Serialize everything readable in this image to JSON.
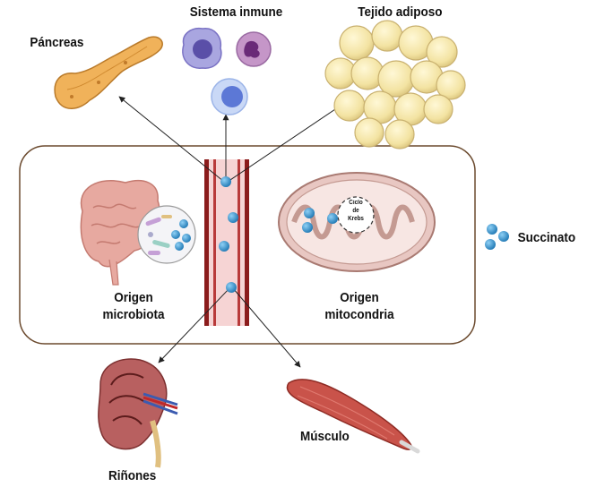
{
  "labels": {
    "pancreas": "Páncreas",
    "immune": "Sistema inmune",
    "adipose": "Tejido adiposo",
    "succinate": "Succinato",
    "microbiota_line1": "Origen",
    "microbiota_line2": "microbiota",
    "mito_line1": "Origen",
    "mito_line2": "mitocondria",
    "kidneys": "Riñones",
    "muscle": "Músculo",
    "krebs_line1": "Ciclo",
    "krebs_line2": "de",
    "krebs_line3": "Krebs"
  },
  "colors": {
    "succinate": "#2e8fc9",
    "vessel": "#f6d4d4",
    "vessel_wall": "#8b1c1c",
    "box_border": "#6b4a2e"
  }
}
